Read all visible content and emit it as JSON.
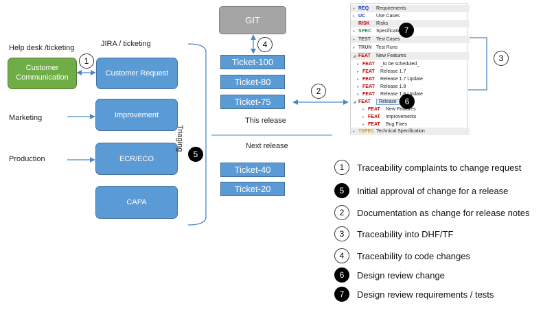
{
  "left_labels": {
    "helpdesk": "Help desk /ticketing",
    "jira": "JIRA / ticketing",
    "marketing": "Marketing",
    "production": "Production"
  },
  "boxes": {
    "customer_communication": "Customer Communication",
    "customer_request": "Customer Request",
    "improvement": "Improvement",
    "ecr_eco": "ECR/ECO",
    "capa": "CAPA"
  },
  "triaging": "Triaging",
  "git": "GIT",
  "tickets": {
    "t100": "Ticket-100",
    "t80": "Ticket-80",
    "t75": "Ticket-75",
    "t40": "Ticket-40",
    "t20": "Ticket-20"
  },
  "release_labels": {
    "this_release": "This release",
    "next_release": "Next release"
  },
  "markers": {
    "m1": "1",
    "m2": "2",
    "m3": "3",
    "m4": "4",
    "m5": "5",
    "m6": "6",
    "m7": "7"
  },
  "tree": {
    "rows": [
      {
        "code": "REQ",
        "name": "Requirements"
      },
      {
        "code": "UC",
        "name": "Use Cases"
      },
      {
        "code": "RISK",
        "name": "Risks"
      },
      {
        "code": "SPEC",
        "name": "Specifications"
      },
      {
        "code": "TEST",
        "name": "Test Cases"
      },
      {
        "code": "TRUN",
        "name": "Test Runs"
      },
      {
        "code": "FEAT",
        "name": "New Features"
      },
      {
        "code": "FEAT",
        "name": "_to be scheduled_"
      },
      {
        "code": "FEAT",
        "name": "Release 1.7"
      },
      {
        "code": "FEAT",
        "name": "Release 1.7 Update"
      },
      {
        "code": "FEAT",
        "name": "Release 1.8"
      },
      {
        "code": "FEAT",
        "name": "Release 1.8 Update"
      },
      {
        "code": "FEAT",
        "name": "Release"
      },
      {
        "code": "FEAT",
        "name": "New Features"
      },
      {
        "code": "FEAT",
        "name": "Improvements"
      },
      {
        "code": "FEAT",
        "name": "Bug Fixes"
      },
      {
        "code": "TSPEC",
        "name": "Technical Specification"
      }
    ],
    "colors": {
      "REQ": "#1f3fbf",
      "UC": "#1f3fbf",
      "RISK": "#c00000",
      "SPEC": "#2e8b57",
      "TEST": "#555555",
      "TRUN": "#555555",
      "FEAT": "#c00000",
      "TSPEC": "#e69500"
    }
  },
  "legend": [
    {
      "marker": "1",
      "text": "Traceability complaints to change request",
      "dark": false
    },
    {
      "marker": "5",
      "text": "Initial approval of change for a release",
      "dark": true
    },
    {
      "marker": "2",
      "text": "Documentation as change for release notes",
      "dark": false
    },
    {
      "marker": "3",
      "text": "Traceability into DHF/TF",
      "dark": false
    },
    {
      "marker": "4",
      "text": "Traceability to code changes",
      "dark": false
    },
    {
      "marker": "6",
      "text": "Design review change",
      "dark": true
    },
    {
      "marker": "7",
      "text": "Design review requirements / tests",
      "dark": true
    }
  ],
  "colors": {
    "box_blue": "#5b9bd5",
    "box_green": "#70ad47",
    "git_gray": "#a5a5a5",
    "arrow_blue": "#4a86c5"
  }
}
